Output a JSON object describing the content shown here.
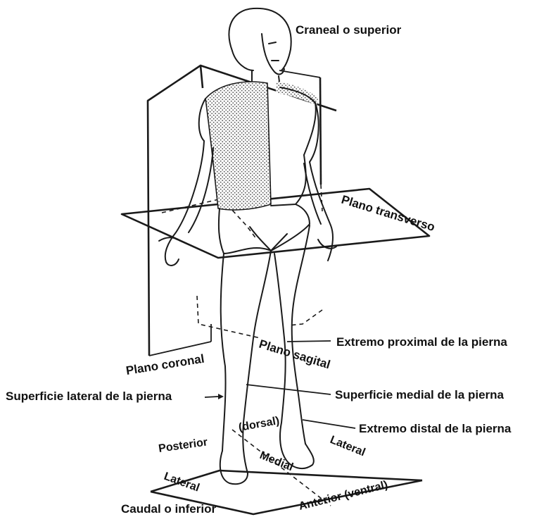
{
  "labels": {
    "cranial": "Craneal o superior",
    "transverse_plane": "Plano transverso",
    "proximal_end": "Extremo proximal de la pierna",
    "coronal_plane": "Plano coronal",
    "sagittal_plane": "Plano sagital",
    "lateral_surface": "Superficie lateral de la pierna",
    "medial_surface": "Superficie medial de la pierna",
    "dorsal": "(dorsal)",
    "distal_end": "Extremo distal de la pierna",
    "posterior": "Posterior",
    "lateral_right": "Lateral",
    "medial": "Medial",
    "lateral_left": "Lateral",
    "anterior": "Anterior (ventral)",
    "caudal": "Caudal o inferior"
  },
  "colors": {
    "ink": "#1a1a1a",
    "shading": "#8a8a8a",
    "background": "#ffffff"
  }
}
